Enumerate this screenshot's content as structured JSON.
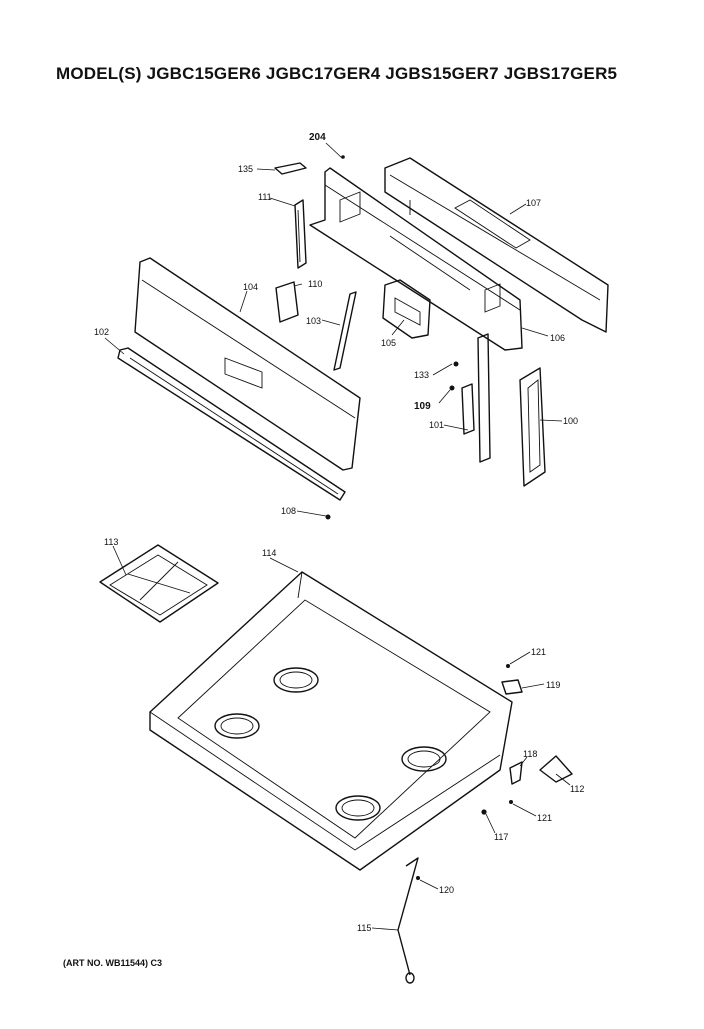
{
  "header": {
    "title": "MODEL(S) JGBC15GER6  JGBC17GER4  JGBS15GER7  JGBS17GER5"
  },
  "footer": {
    "art_no": "(ART NO. WB11544) C3"
  },
  "callouts": {
    "p204": "204",
    "p135": "135",
    "p111": "111",
    "p107": "107",
    "p104": "104",
    "p110": "110",
    "p103": "103",
    "p105": "105",
    "p106": "106",
    "p102": "102",
    "p133": "133",
    "p109": "109",
    "p101": "101",
    "p100": "100",
    "p108": "108",
    "p113": "113",
    "p114": "114",
    "p121a": "121",
    "p119": "119",
    "p118": "118",
    "p112": "112",
    "p121b": "121",
    "p117": "117",
    "p120": "120",
    "p115": "115"
  }
}
